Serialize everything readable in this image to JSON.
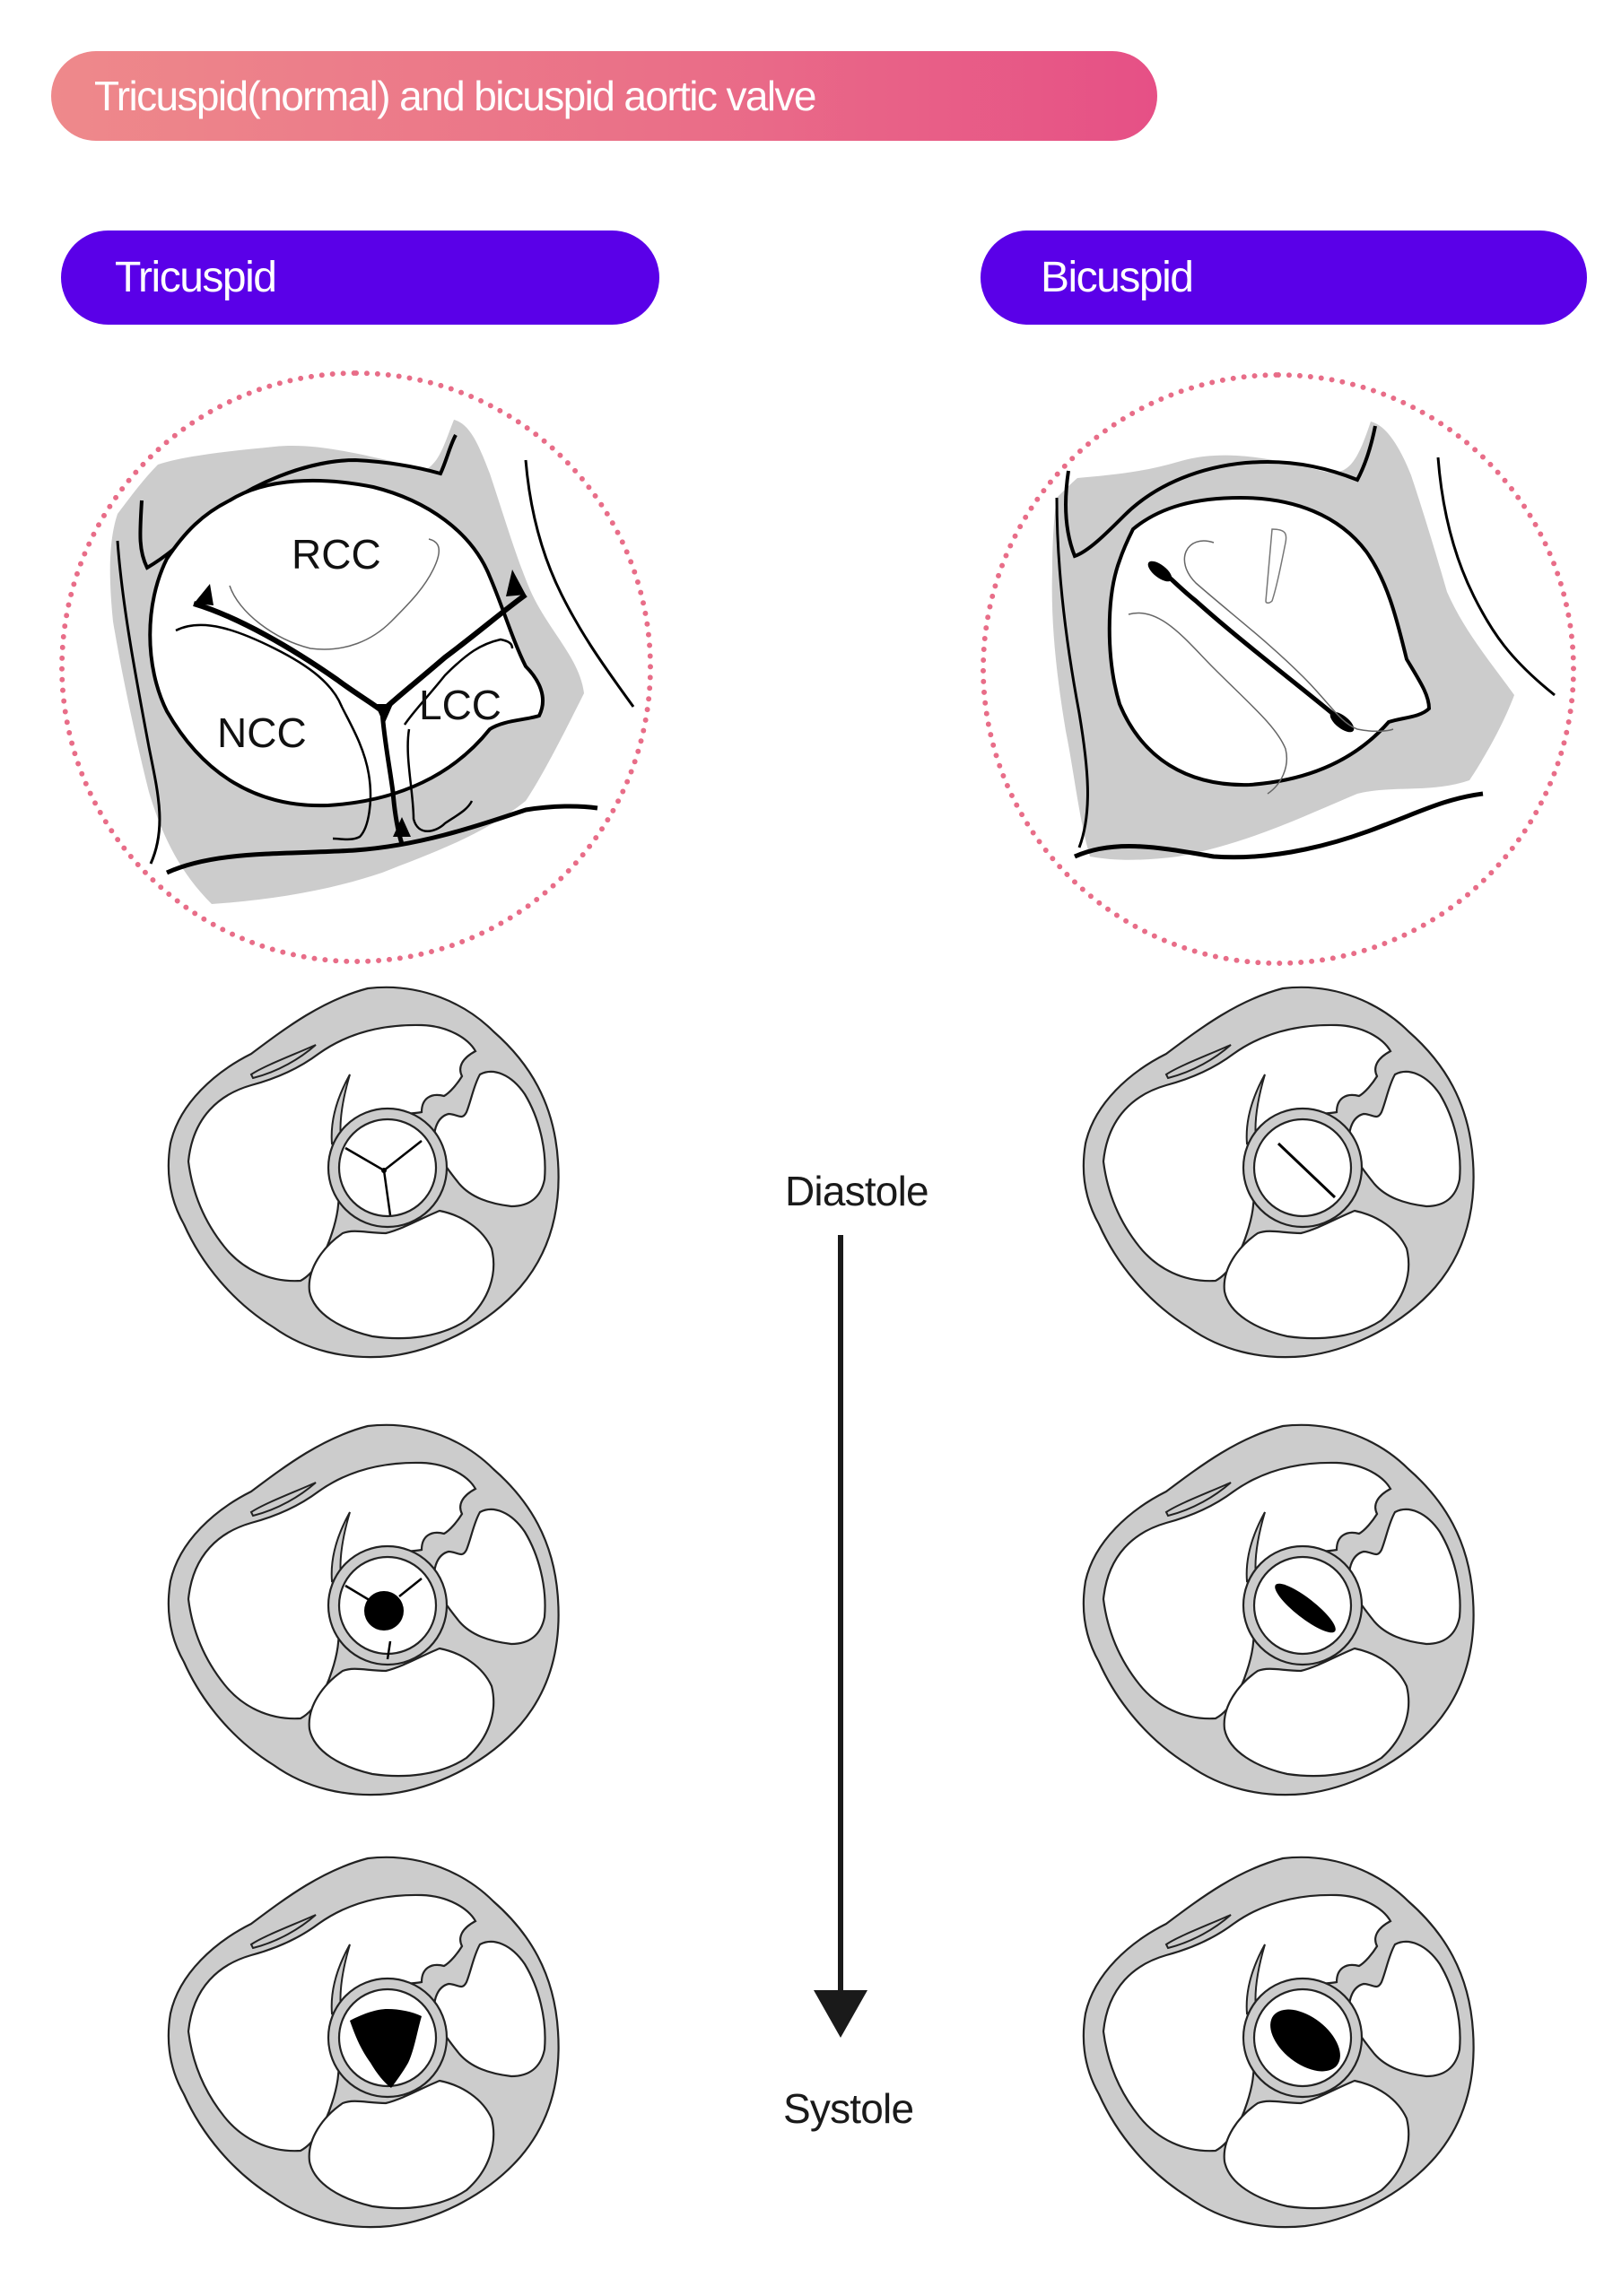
{
  "header": {
    "title": "Tricuspid(normal) and bicuspid aortic valve",
    "gradient_colors": [
      "#ee898b",
      "#e65086"
    ]
  },
  "columns": [
    {
      "label": "Tricuspid",
      "pill_color": "#5a00e8",
      "large_view": {
        "cusp_labels": [
          "RCC",
          "NCC",
          "LCC"
        ]
      },
      "sequence": [
        {
          "phase_index": 1,
          "valve_state": "closed (Y-shaped coaptation)"
        },
        {
          "phase_index": 2,
          "valve_state": "partially open (triangular-round orifice)"
        },
        {
          "phase_index": 3,
          "valve_state": "fully open (large triangular orifice)"
        }
      ]
    },
    {
      "label": "Bicuspid",
      "pill_color": "#5a00e8",
      "large_view": {
        "cusp_labels": []
      },
      "sequence": [
        {
          "phase_index": 1,
          "valve_state": "closed (single slit)"
        },
        {
          "phase_index": 2,
          "valve_state": "partially open (narrow elliptical orifice)"
        },
        {
          "phase_index": 3,
          "valve_state": "open (elliptical fish-mouth orifice)"
        }
      ]
    }
  ],
  "timeline": {
    "start_label": "Diastole",
    "end_label": "Systole",
    "direction": "down"
  },
  "colors": {
    "tissue_fill": "#cccccc",
    "outline": "#111111",
    "dotted_ring": "#e86d88",
    "orifice": "#000000"
  }
}
